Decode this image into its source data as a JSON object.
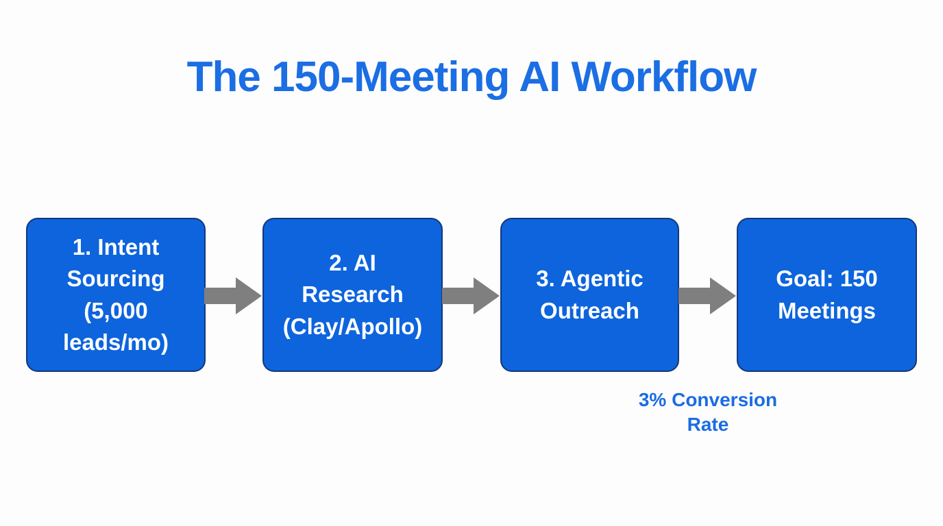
{
  "title": "The 150-Meeting AI Workflow",
  "colors": {
    "background": "#fdfdfd",
    "title_text": "#1b6ee4",
    "box_fill": "#0d64dd",
    "box_border": "#14387a",
    "box_text": "#ffffff",
    "arrow": "#7f7f7f",
    "annotation_text": "#1b6ce2"
  },
  "icons": {
    "flow_arrow": "arrow-right-icon"
  },
  "flow": {
    "steps": [
      {
        "label": "1. Intent\nSourcing\n(5,000\nleads/mo)"
      },
      {
        "label": "2. AI\nResearch\n(Clay/Apollo)"
      },
      {
        "label": "3. Agentic\nOutreach"
      },
      {
        "label": "Goal: 150\nMeetings"
      }
    ],
    "annotation": "3% Conversion\nRate"
  }
}
